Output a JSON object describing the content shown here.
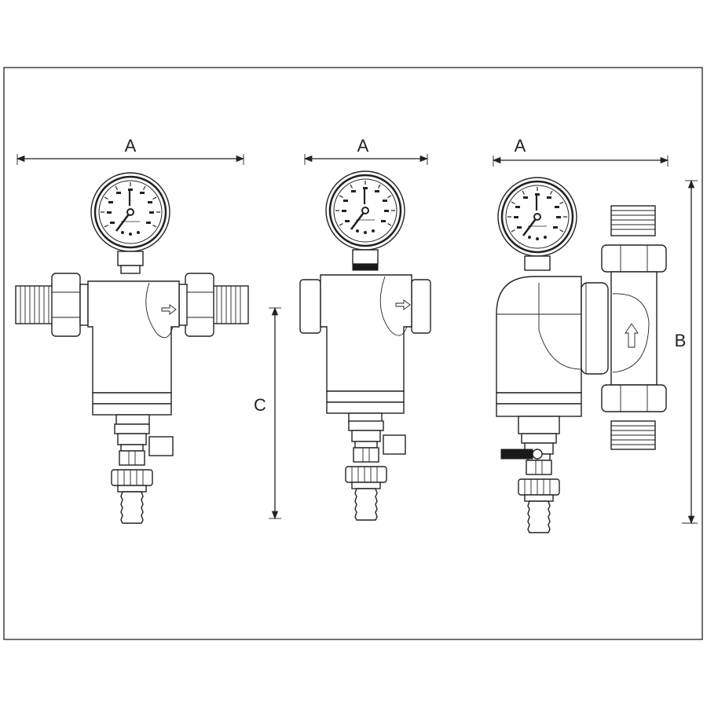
{
  "dimensions": {
    "width_label": "A",
    "height_total_label": "B",
    "height_body_label": "C"
  },
  "views": [
    {
      "name": "front-view-with-unions"
    },
    {
      "name": "front-view-female"
    },
    {
      "name": "side-view"
    }
  ]
}
